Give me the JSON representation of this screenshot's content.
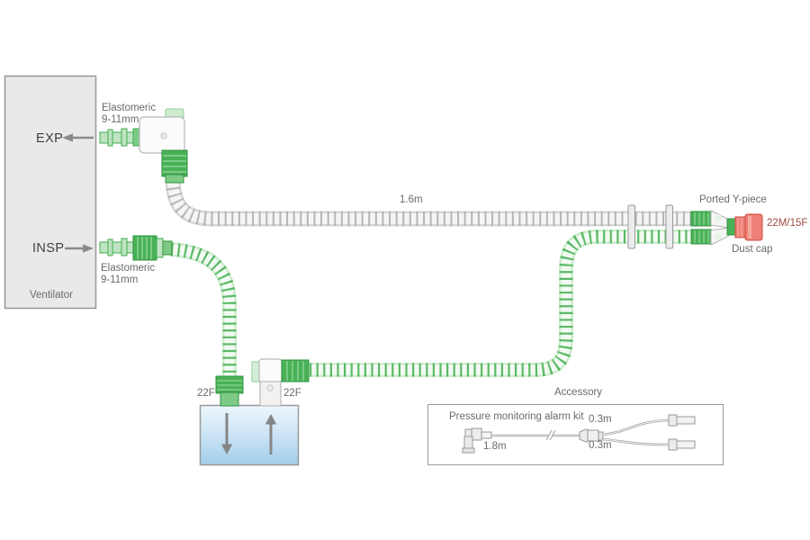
{
  "ventilator": {
    "label": "Ventilator",
    "exp_port": "EXP",
    "insp_port": "INSP"
  },
  "labels": {
    "elastomeric_top": [
      "Elastomeric",
      "9-11mm"
    ],
    "elastomeric_bottom": [
      "Elastomeric",
      "9-11mm"
    ],
    "limb_length": "1.6m",
    "ported_y_piece": "Ported Y-piece",
    "y_piece_size": "22M/15F",
    "dust_cap": "Dust cap",
    "chamber_inlet_size": "22F",
    "chamber_outlet_size": "22F"
  },
  "accessory": {
    "title": "Accessory",
    "kit_name": "Pressure monitoring alarm kit",
    "main_length": "1.8m",
    "branch_top_length": "0.3m",
    "branch_bottom_length": "0.3m"
  },
  "colors": {
    "circuit_green": "#3fae4e",
    "circuit_green_dark": "#2f9440",
    "tube_gray": "#a9a9a9",
    "dust_cap_red": "#ee8177",
    "dust_cap_red_dark": "#cf4a3f",
    "chamber_blue": "#a3cdea",
    "ventilator_fill": "#e9e9e9",
    "label_gray": "#6a6a6a",
    "size_label_red": "#9c4a42"
  }
}
